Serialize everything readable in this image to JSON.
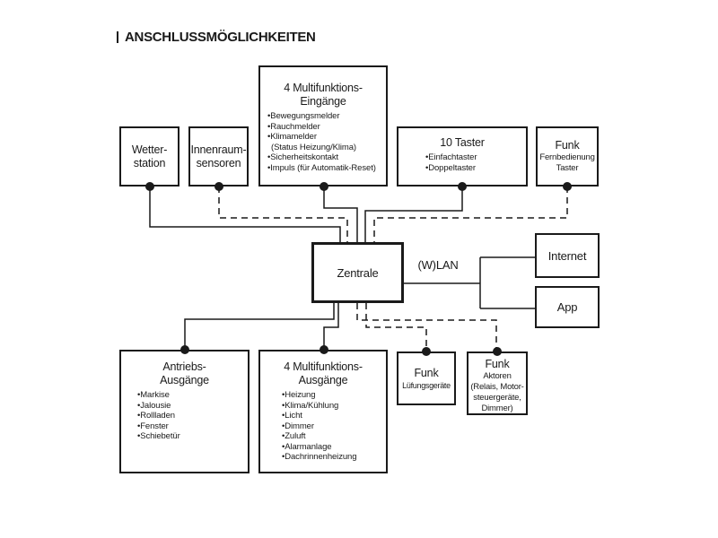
{
  "title": "ANSCHLUSSMÖGLICHKEITEN",
  "wlan_label": "(W)LAN",
  "colors": {
    "line": "#1a1a1a",
    "background": "#ffffff"
  },
  "boxes": {
    "wetterstation": {
      "lines": [
        "Wetter-",
        "station"
      ]
    },
    "innenraumsensoren": {
      "lines": [
        "Innenraum-",
        "sensoren"
      ]
    },
    "eingaenge": {
      "title_lines": [
        "4 Multifunktions-",
        "Eingänge"
      ],
      "items": [
        "Bewegungsmelder",
        "Rauchmelder",
        "Klimamelder",
        "(Status Heizung/Klima)",
        "Sicherheitskontakt",
        "Impuls (für Automatik-Reset)"
      ]
    },
    "taster": {
      "title": "10 Taster",
      "items": [
        "Einfachtaster",
        "Doppeltaster"
      ]
    },
    "funk_fernbedienung": {
      "title": "Funk",
      "lines": [
        "Fernbedienung",
        "Taster"
      ]
    },
    "zentrale": {
      "title": "Zentrale"
    },
    "internet": {
      "title": "Internet"
    },
    "app": {
      "title": "App"
    },
    "antriebs_ausgaenge": {
      "title_lines": [
        "Antriebs-",
        "Ausgänge"
      ],
      "items": [
        "Markise",
        "Jalousie",
        "Rollladen",
        "Fenster",
        "Schiebetür"
      ]
    },
    "multifunktions_ausgaenge": {
      "title_lines": [
        "4 Multifunktions-",
        "Ausgänge"
      ],
      "items": [
        "Heizung",
        "Klima/Kühlung",
        "Licht",
        "Dimmer",
        "Zuluft",
        "Alarmanlage",
        "Dachrinnenheizung"
      ]
    },
    "funk_lueftung": {
      "title": "Funk",
      "lines": [
        "Lüfungsgeräte"
      ]
    },
    "funk_aktoren": {
      "title": "Funk",
      "lines": [
        "Aktoren",
        "(Relais, Motor-",
        "steuergeräte,",
        "Dimmer)"
      ]
    }
  },
  "connections": [
    {
      "from": "wetterstation",
      "to": "zentrale",
      "style": "solid"
    },
    {
      "from": "innenraumsensoren",
      "to": "zentrale",
      "style": "dashed"
    },
    {
      "from": "eingaenge",
      "to": "zentrale",
      "style": "solid"
    },
    {
      "from": "taster",
      "to": "zentrale",
      "style": "solid"
    },
    {
      "from": "funk_fernbedienung",
      "to": "zentrale",
      "style": "dashed"
    },
    {
      "from": "zentrale",
      "to": "antriebs_ausgaenge",
      "style": "solid"
    },
    {
      "from": "zentrale",
      "to": "multifunktions_ausgaenge",
      "style": "solid"
    },
    {
      "from": "zentrale",
      "to": "funk_lueftung",
      "style": "dashed"
    },
    {
      "from": "zentrale",
      "to": "funk_aktoren",
      "style": "dashed"
    },
    {
      "from": "zentrale",
      "to": "internet",
      "style": "solid",
      "label": "(W)LAN"
    },
    {
      "from": "zentrale",
      "to": "app",
      "style": "solid",
      "label": "(W)LAN"
    }
  ]
}
